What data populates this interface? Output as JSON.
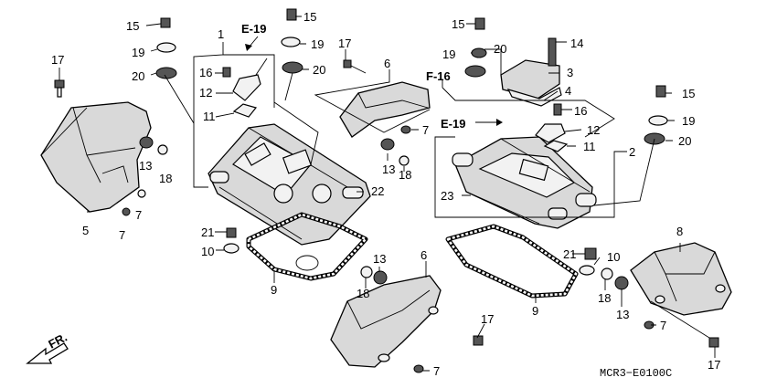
{
  "diagram": {
    "callouts": [
      {
        "id": "c-15a",
        "text": "15"
      },
      {
        "id": "c-19a",
        "text": "19"
      },
      {
        "id": "c-20a",
        "text": "20"
      },
      {
        "id": "c-17a",
        "text": "17"
      },
      {
        "id": "c-5",
        "text": "5"
      },
      {
        "id": "c-13a",
        "text": "13"
      },
      {
        "id": "c-18a",
        "text": "18"
      },
      {
        "id": "c-7a",
        "text": "7"
      },
      {
        "id": "c-1",
        "text": "1"
      },
      {
        "id": "c-16a",
        "text": "16"
      },
      {
        "id": "c-12a",
        "text": "12"
      },
      {
        "id": "c-11a",
        "text": "11"
      },
      {
        "id": "c-15b",
        "text": "15"
      },
      {
        "id": "c-19b",
        "text": "19"
      },
      {
        "id": "c-20b",
        "text": "20"
      },
      {
        "id": "c-17b",
        "text": "17"
      },
      {
        "id": "c-6a",
        "text": "6"
      },
      {
        "id": "c-7b",
        "text": "7"
      },
      {
        "id": "c-13b",
        "text": "13"
      },
      {
        "id": "c-18b",
        "text": "18"
      },
      {
        "id": "c-22",
        "text": "22"
      },
      {
        "id": "c-21a",
        "text": "21"
      },
      {
        "id": "c-10a",
        "text": "10"
      },
      {
        "id": "c-9a",
        "text": "9"
      },
      {
        "id": "c-13c",
        "text": "13"
      },
      {
        "id": "c-18c",
        "text": "18"
      },
      {
        "id": "c-6b",
        "text": "6"
      },
      {
        "id": "c-17c",
        "text": "17"
      },
      {
        "id": "c-7c",
        "text": "7"
      },
      {
        "id": "c-15c",
        "text": "15"
      },
      {
        "id": "c-14",
        "text": "14"
      },
      {
        "id": "c-19c",
        "text": "19"
      },
      {
        "id": "c-20c",
        "text": "20"
      },
      {
        "id": "c-3",
        "text": "3"
      },
      {
        "id": "c-4",
        "text": "4"
      },
      {
        "id": "c-16b",
        "text": "16"
      },
      {
        "id": "c-12b",
        "text": "12"
      },
      {
        "id": "c-11b",
        "text": "11"
      },
      {
        "id": "c-2",
        "text": "2"
      },
      {
        "id": "c-23",
        "text": "23"
      },
      {
        "id": "c-15d",
        "text": "15"
      },
      {
        "id": "c-19d",
        "text": "19"
      },
      {
        "id": "c-20d",
        "text": "20"
      },
      {
        "id": "c-9b",
        "text": "9"
      },
      {
        "id": "c-21b",
        "text": "21"
      },
      {
        "id": "c-10b",
        "text": "10"
      },
      {
        "id": "c-18d",
        "text": "18"
      },
      {
        "id": "c-13d",
        "text": "13"
      },
      {
        "id": "c-8",
        "text": "8"
      },
      {
        "id": "c-7d",
        "text": "7"
      },
      {
        "id": "c-17d",
        "text": "17"
      }
    ],
    "references": [
      {
        "id": "ref-e19-top",
        "text": "E-19"
      },
      {
        "id": "ref-f16",
        "text": "F-16"
      },
      {
        "id": "ref-e19-mid",
        "text": "E-19"
      }
    ],
    "front_marker": "FR.",
    "figure_code": "MCR3−E0100C"
  }
}
